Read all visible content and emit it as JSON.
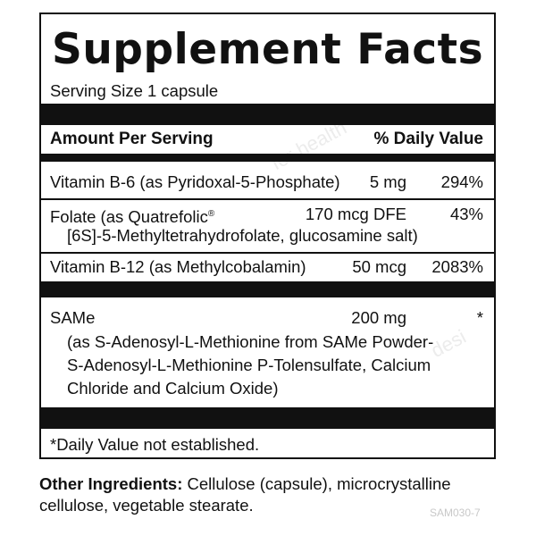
{
  "title": "Supplement Facts",
  "serving_size": "Serving Size 1 capsule",
  "header": {
    "amount_label": "Amount Per Serving",
    "dv_label": "% Daily Value"
  },
  "rows": [
    {
      "name": "Vitamin B-6 (as Pyridoxal-5-Phosphate)",
      "amount": "5 mg",
      "dv": "294%"
    },
    {
      "name": "Folate (as Quatrefolic",
      "name_sup": "®",
      "amount": "170 mcg DFE",
      "dv": "43%",
      "detail": "[6S]-5-Methyltetrahydrofolate, glucosamine salt)"
    },
    {
      "name": "Vitamin B-12 (as Methylcobalamin)",
      "amount": "50 mcg",
      "dv": "2083%"
    },
    {
      "name": "SAMe",
      "amount": "200 mg",
      "dv": "*",
      "details": [
        "(as S-Adenosyl-L-Methionine from SAMe Powder-",
        "S-Adenosyl-L-Methionine P-Tolensulfate, Calcium",
        "Chloride and Calcium Oxide)"
      ]
    }
  ],
  "footnote": "*Daily Value not established.",
  "other_ingredients": {
    "label": "Other Ingredients:",
    "text": " Cellulose (capsule), microcrystalline cellulose, vegetable stearate."
  },
  "product_code": "SAM030-7",
  "watermarks": [
    "for health",
    "desi"
  ],
  "colors": {
    "ink": "#111111",
    "background": "#ffffff",
    "watermark": "#ececec"
  }
}
